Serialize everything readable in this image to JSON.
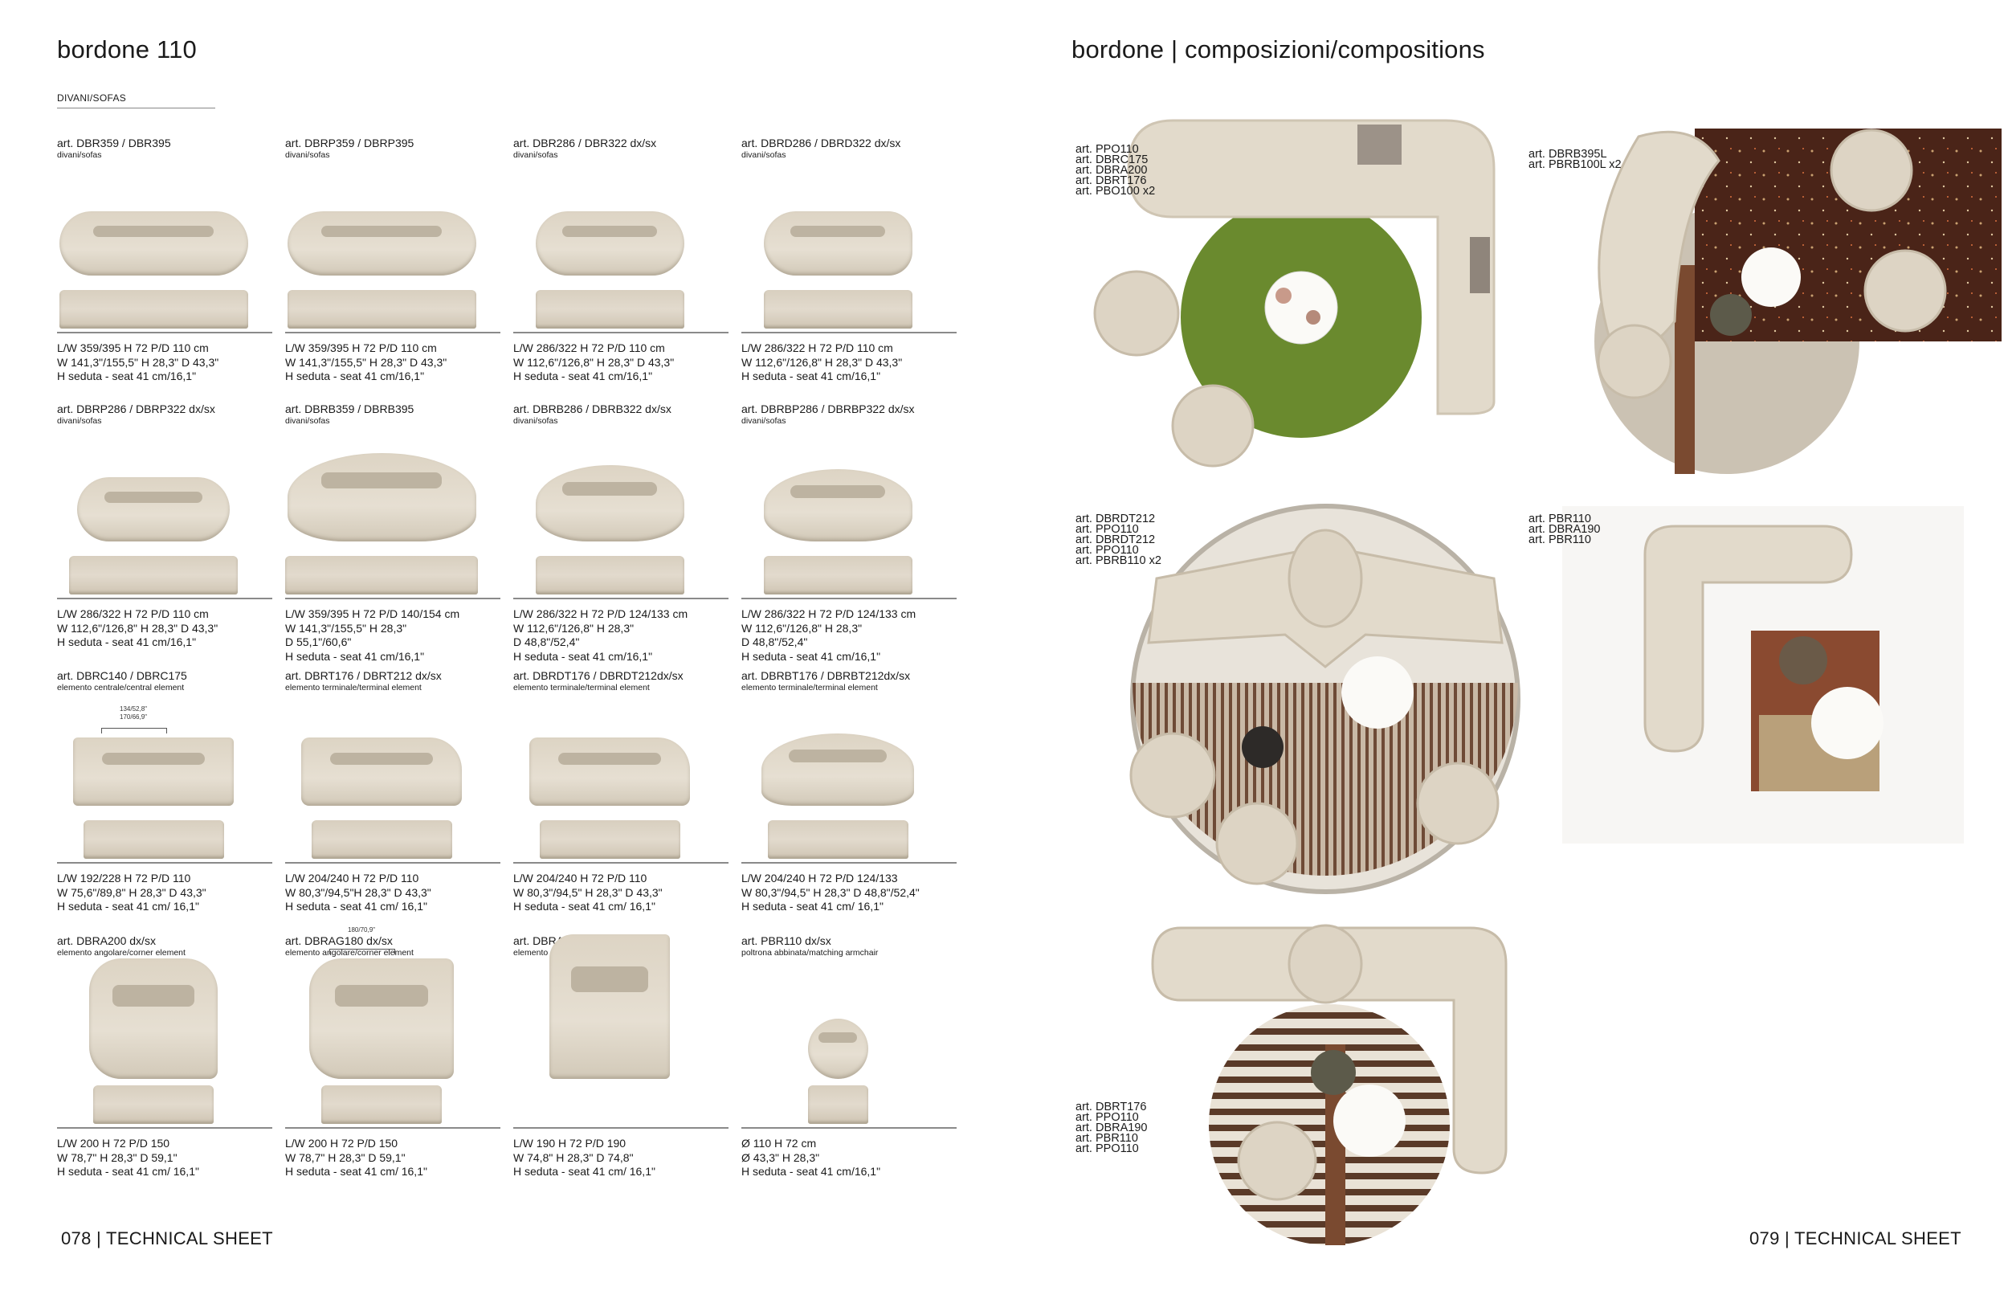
{
  "left_page": {
    "title": "bordone 110",
    "section": "DIVANI/SOFAS",
    "items": [
      {
        "art": "art. DBR359 / DBR395",
        "cat": "divani/sofas",
        "specs": [
          "L/W 359/395 H 72 P/D 110 cm",
          "W 141,3\"/155,5\" H 28,3\" D 43,3\"",
          "H seduta - seat 41 cm/16,1\""
        ]
      },
      {
        "art": "art. DBRP359 / DBRP395",
        "cat": "divani/sofas",
        "specs": [
          "L/W 359/395 H 72 P/D 110 cm",
          "W 141,3\"/155,5\" H 28,3\" D 43,3\"",
          "H seduta - seat 41 cm/16,1\""
        ]
      },
      {
        "art": "art. DBR286 / DBR322 dx/sx",
        "cat": "divani/sofas",
        "specs": [
          "L/W 286/322 H 72 P/D 110 cm",
          "W 112,6\"/126,8\" H 28,3\" D 43,3\"",
          "H seduta - seat 41 cm/16,1\""
        ]
      },
      {
        "art": "art. DBRD286 / DBRD322 dx/sx",
        "cat": "divani/sofas",
        "specs": [
          "L/W 286/322 H 72 P/D 110 cm",
          "W 112,6\"/126,8\" H 28,3\" D 43,3\"",
          "H seduta - seat 41 cm/16,1\""
        ]
      },
      {
        "art": "art. DBRP286 / DBRP322 dx/sx",
        "cat": "divani/sofas",
        "specs": [
          "L/W 286/322 H 72 P/D 110 cm",
          "W 112,6\"/126,8\" H 28,3\" D 43,3\"",
          "H seduta - seat 41 cm/16,1\""
        ]
      },
      {
        "art": "art. DBRB359 / DBRB395",
        "cat": "divani/sofas",
        "specs": [
          "L/W 359/395 H 72 P/D 140/154 cm",
          "W 141,3\"/155,5\" H 28,3\"",
          "D  55,1\"/60,6\"",
          "H seduta - seat 41 cm/16,1\""
        ]
      },
      {
        "art": "art. DBRB286 / DBRB322 dx/sx",
        "cat": "divani/sofas",
        "specs": [
          "L/W 286/322 H 72 P/D 124/133 cm",
          "W 112,6\"/126,8\" H 28,3\"",
          "D 48,8\"/52,4\"",
          "H seduta - seat 41 cm/16,1\""
        ]
      },
      {
        "art": "art. DBRBP286 / DBRBP322 dx/sx",
        "cat": "divani/sofas",
        "specs": [
          "L/W 286/322 H 72 P/D 124/133 cm",
          "W 112,6\"/126,8\"  H 28,3\"",
          "D 48,8\"/52,4\"",
          "H seduta - seat 41 cm/16,1\""
        ]
      },
      {
        "art": "art. DBRC140 / DBRC175",
        "cat": "elemento centrale/central element",
        "specs": [
          "L/W 192/228 H 72 P/D 110",
          "W 75,6\"/89,8\" H 28,3\" D 43,3\"",
          "H seduta - seat 41 cm/ 16,1\""
        ],
        "dim": [
          "134/52,8\"",
          "170/66,9\""
        ]
      },
      {
        "art": "art. DBRT176 / DBRT212 dx/sx",
        "cat": "elemento terminale/terminal element",
        "specs": [
          "L/W 204/240 H 72 P/D 110",
          "W 80,3\"/94,5\"H 28,3\" D 43,3\"",
          "H seduta - seat 41 cm/ 16,1\""
        ]
      },
      {
        "art": "art. DBRDT176 / DBRDT212dx/sx",
        "cat": "elemento terminale/terminal element",
        "specs": [
          "L/W 204/240 H 72 P/D 110",
          "W 80,3\"/94,5\" H 28,3\" D 43,3\"",
          "H seduta - seat 41 cm/ 16,1\""
        ]
      },
      {
        "art": "art. DBRBT176 / DBRBT212dx/sx",
        "cat": "elemento terminale/terminal element",
        "specs": [
          "L/W 204/240 H 72 P/D 124/133",
          "W 80,3\"/94,5\" H 28,3\" D 48,8\"/52,4\"",
          "H seduta - seat 41 cm/ 16,1\""
        ]
      },
      {
        "art": "art. DBRA200 dx/sx",
        "cat": "elemento angolare/corner element",
        "specs": [
          "L/W 200 H 72 P/D 150",
          "W 78,7\" H 28,3\" D 59,1\"",
          "H seduta - seat 41 cm/ 16,1\""
        ]
      },
      {
        "art": "art. DBRAG180 dx/sx",
        "cat": "elemento angolare/corner element",
        "specs": [
          "L/W 200 H 72 P/D 150",
          "W 78,7\" H 28,3\" D 59,1\"",
          "H seduta - seat 41 cm/ 16,1\""
        ],
        "dim": [
          "180/70,9\""
        ]
      },
      {
        "art": "art. DBRA190",
        "cat": "elemento angolare/corner element",
        "specs": [
          "L/W 190 H 72 P/D 190",
          "W 74,8\" H 28,3\" D 74,8\"",
          "H seduta - seat 41 cm/ 16,1\""
        ]
      },
      {
        "art": "art. PBR110 dx/sx",
        "cat": "poltrona abbinata/matching armchair",
        "specs": [
          "Ø 110 H 72 cm",
          "Ø 43,3\" H 28,3\"",
          "H seduta - seat 41 cm/16,1\""
        ]
      }
    ],
    "footer": "078 | TECHNICAL SHEET"
  },
  "right_page": {
    "title": "bordone | composizioni/compositions",
    "compositions": [
      {
        "labels": [
          "art. PPO110",
          "art. DBRC175",
          "art. DBRA200",
          "art. DBRT176",
          "art. PBO100 x2"
        ]
      },
      {
        "labels": [
          "art. DBRB395L",
          "art. PBRB100L x2"
        ]
      },
      {
        "labels": [
          "art. DBRDT212",
          "art. PPO110",
          "art. DBRDT212",
          "art. PPO110",
          "art. PBRB110 x2"
        ]
      },
      {
        "labels": [
          "art. PBR110",
          "art. DBRA190",
          "art. PBR110"
        ]
      },
      {
        "labels": [
          "art. DBRT176",
          "art. PPO110",
          "art. DBRA190",
          "art. PBR110",
          "art. PPO110"
        ]
      }
    ],
    "footer": "079 | TECHNICAL SHEET"
  },
  "colors": {
    "fabric": "#ddd4c4",
    "rug_green": "#6a8a2e",
    "wood_dark": "#4a2418",
    "rule": "#8a8a8a"
  }
}
